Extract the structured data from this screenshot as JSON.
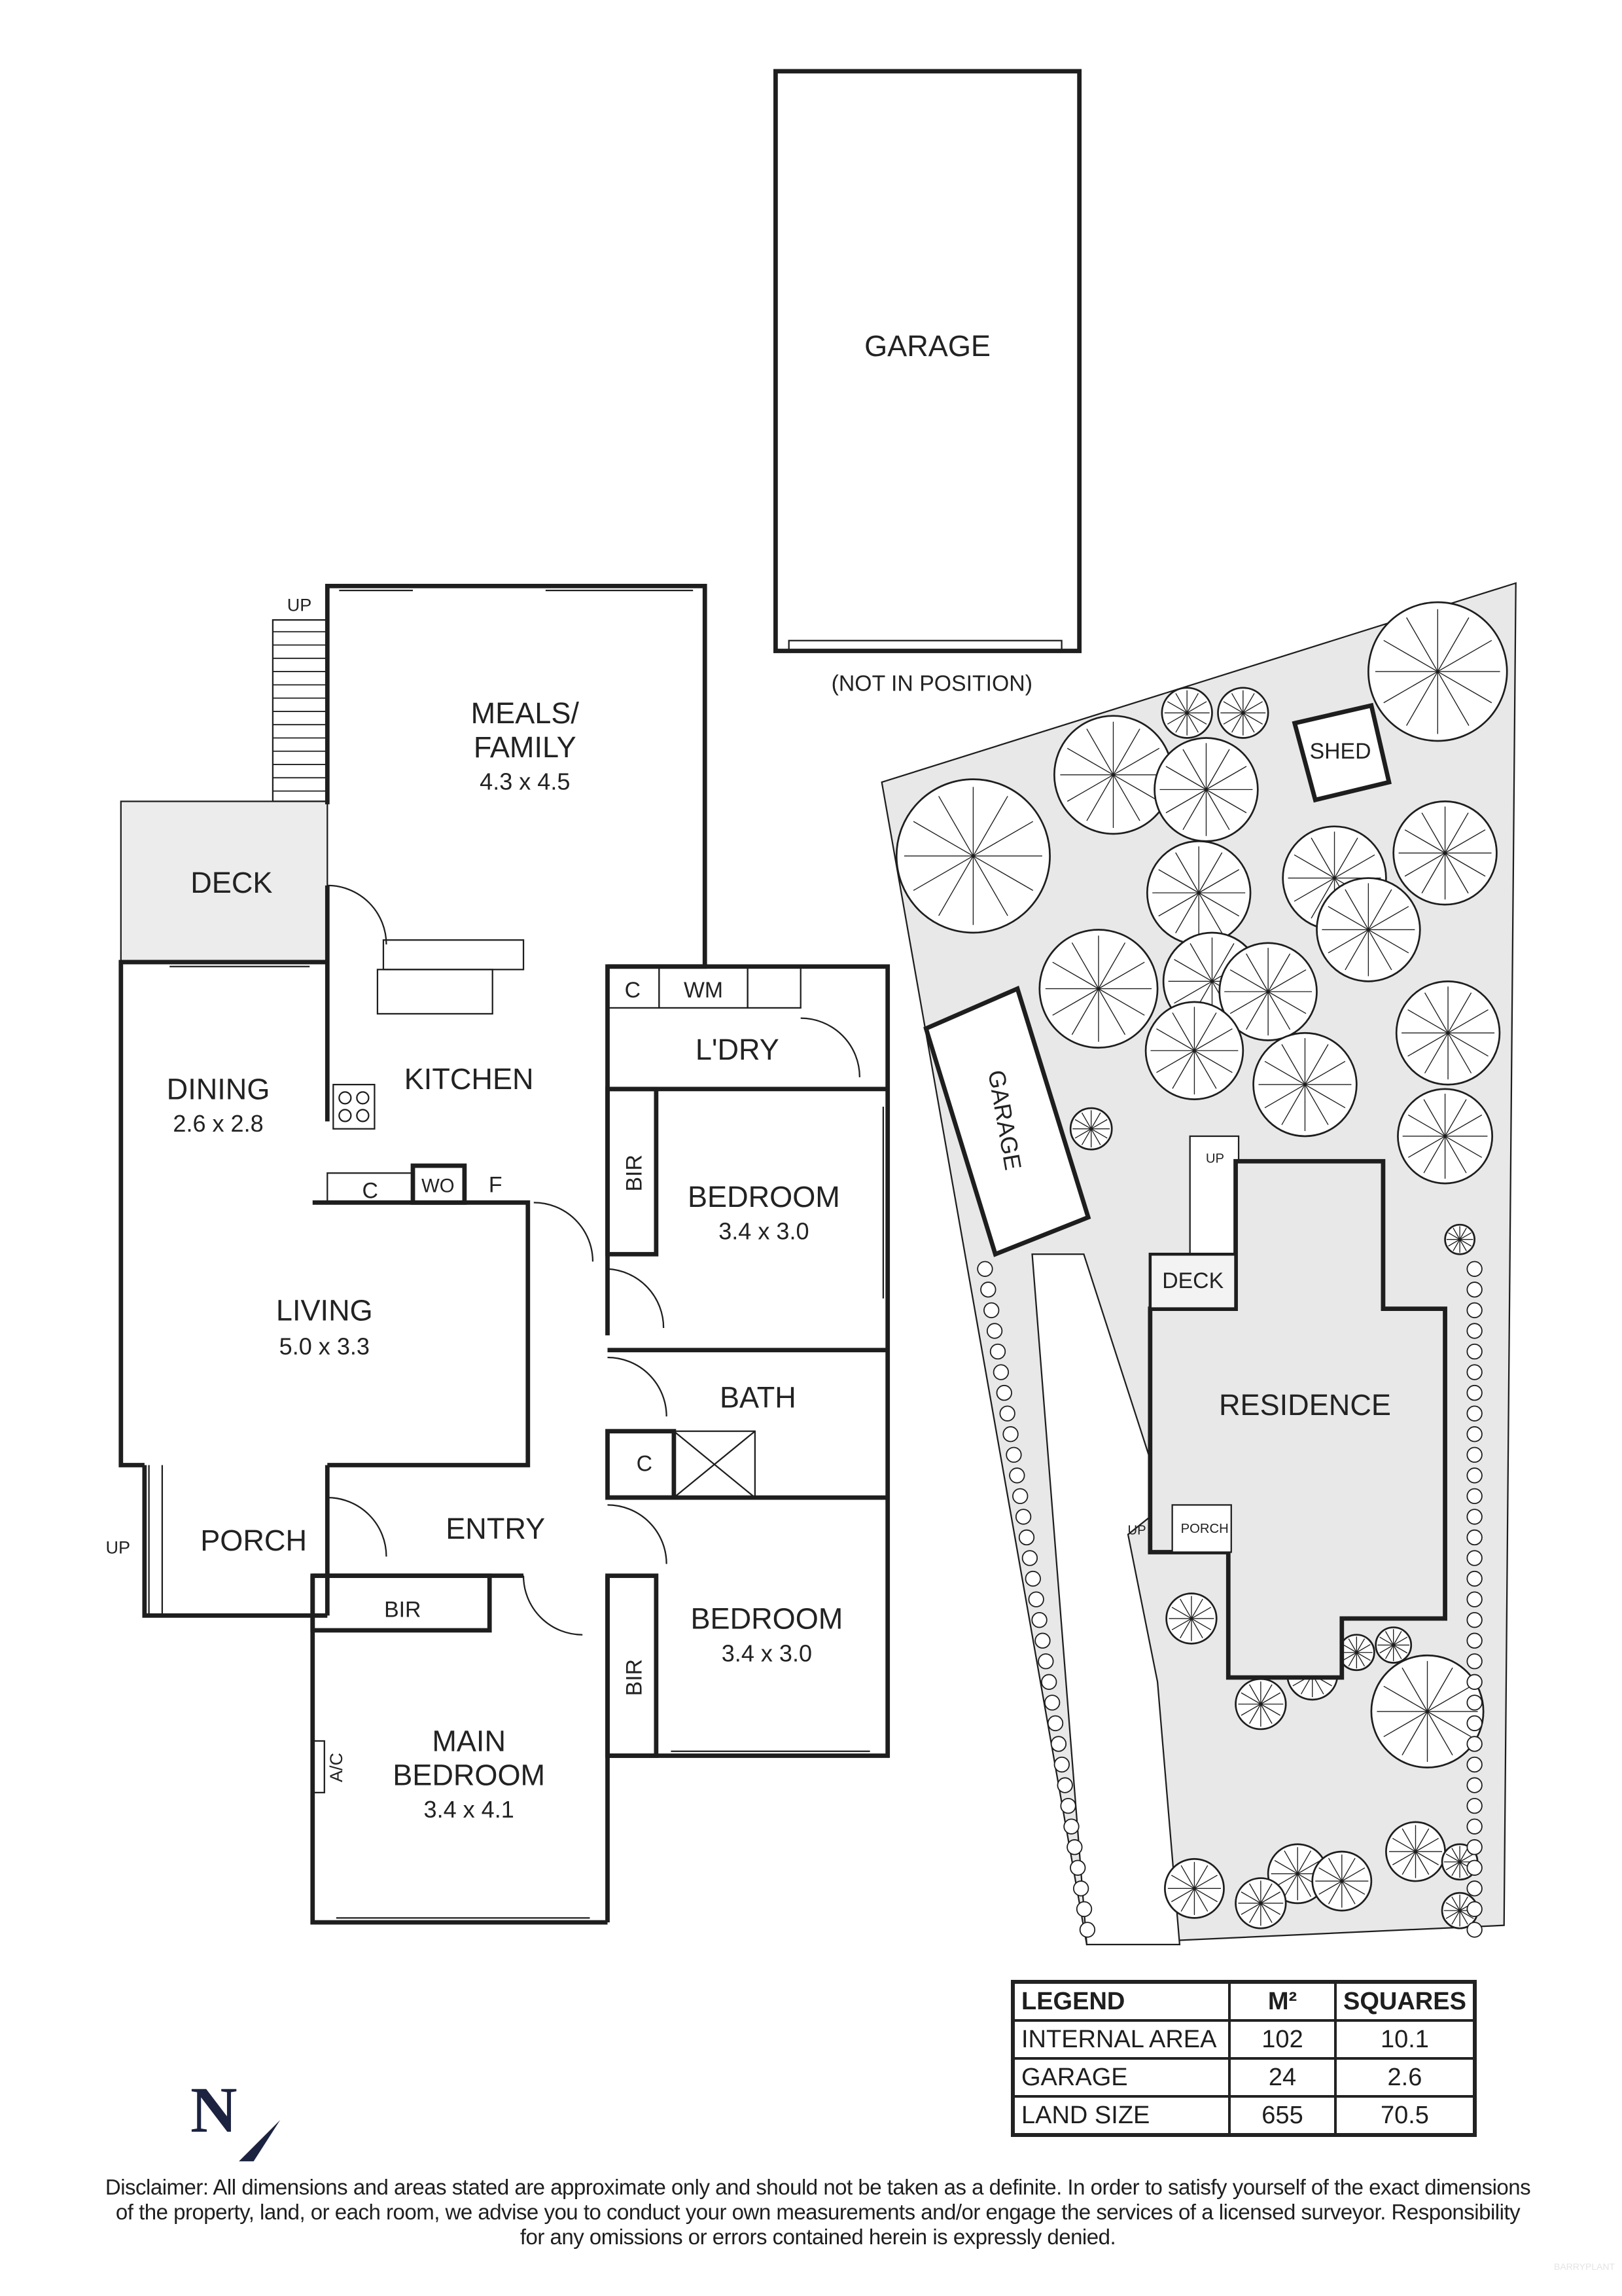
{
  "floor_plan": {
    "garage_detached": {
      "label": "GARAGE",
      "note": "(NOT IN POSITION)"
    },
    "rooms": {
      "meals_family": {
        "name_line1": "MEALS/",
        "name_line2": "FAMILY",
        "size": "4.3 x 4.5"
      },
      "deck": {
        "name": "DECK"
      },
      "dining": {
        "name": "DINING",
        "size": "2.6 x 2.8"
      },
      "kitchen": {
        "name": "KITCHEN"
      },
      "living": {
        "name": "LIVING",
        "size": "5.0 x 3.3"
      },
      "laundry": {
        "name": "L'DRY"
      },
      "bedroom1": {
        "name": "BEDROOM",
        "size": "3.4 x 3.0"
      },
      "bath": {
        "name": "BATH"
      },
      "bedroom2": {
        "name": "BEDROOM",
        "size": "3.4 x 3.0"
      },
      "entry": {
        "name": "ENTRY"
      },
      "porch": {
        "name": "PORCH"
      },
      "main_bedroom": {
        "name_line1": "MAIN",
        "name_line2": "BEDROOM",
        "size": "3.4 x 4.1"
      }
    },
    "fixtures": {
      "up": "UP",
      "c": "C",
      "wm": "WM",
      "wo": "WO",
      "f": "F",
      "bir": "BIR",
      "ac": "A/C"
    }
  },
  "site_plan": {
    "garage": "GARAGE",
    "shed": "SHED",
    "deck": "DECK",
    "residence": "RESIDENCE",
    "porch": "PORCH",
    "up": "UP"
  },
  "north_arrow": {
    "letter": "N"
  },
  "legend": {
    "headers": [
      "LEGEND",
      "M²",
      "SQUARES"
    ],
    "rows": [
      [
        "INTERNAL AREA",
        "102",
        "10.1"
      ],
      [
        "GARAGE",
        "24",
        "2.6"
      ],
      [
        "LAND SIZE",
        "655",
        "70.5"
      ]
    ]
  },
  "disclaimer": {
    "line1": "Disclaimer: All dimensions and areas stated are approximate only and should not be taken as a definite. In order to satisfy yourself of the exact dimensions",
    "line2": "of the property, land, or each room, we advise you to conduct your own measurements and/or engage the services of a licensed surveyor. Responsibility",
    "line3": "for any omissions or errors contained herein is expressly denied."
  },
  "watermark": "BARRYPLANT",
  "colors": {
    "wall": "#1e1e1e",
    "site_fill": "#e8e8e8",
    "deck_fill": "#ececec",
    "north": "#1c2340"
  }
}
